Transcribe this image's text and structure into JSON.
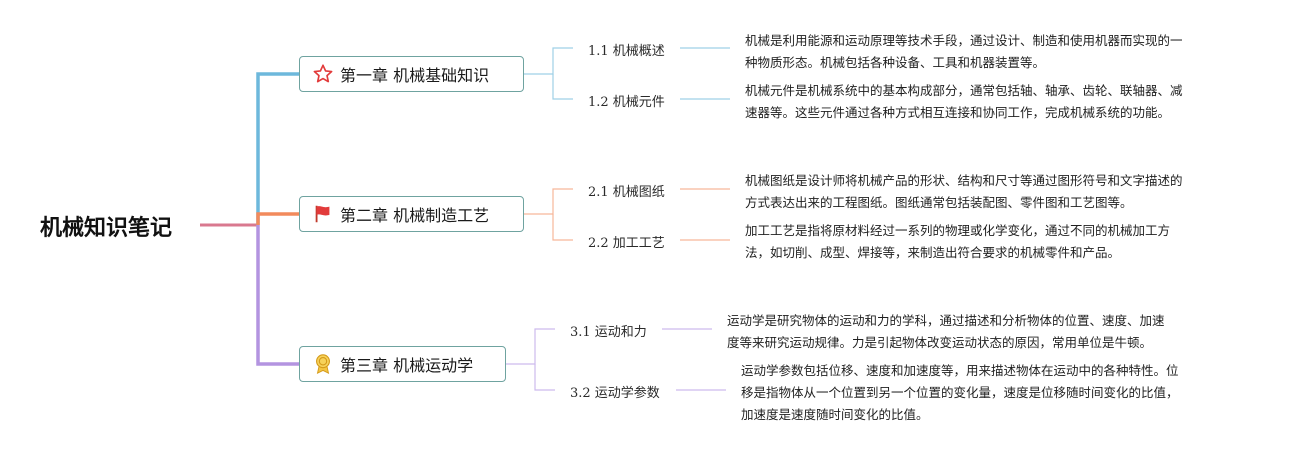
{
  "root": {
    "title": "机械知识笔记"
  },
  "chapters": [
    {
      "title": "第一章 机械基础知识",
      "icon": "star-icon",
      "color": "#6db8dc",
      "sections": [
        {
          "label": "1.1 机械概述",
          "description": [
            "机械是利用能源和运动原理等技术手段，通过设计、制造和使用机器而实现的一",
            "种物质形态。机械包括各种设备、工具和机器装置等。"
          ]
        },
        {
          "label": "1.2 机械元件",
          "description": [
            "机械元件是机械系统中的基本构成部分，通常包括轴、轴承、齿轮、联轴器、减",
            "速器等。这些元件通过各种方式相互连接和协同工作，完成机械系统的功能。"
          ]
        }
      ]
    },
    {
      "title": "第二章 机械制造工艺",
      "icon": "flag-icon",
      "color": "#f28a5c",
      "sections": [
        {
          "label": "2.1 机械图纸",
          "description": [
            "机械图纸是设计师将机械产品的形状、结构和尺寸等通过图形符号和文字描述的",
            "方式表达出来的工程图纸。图纸通常包括装配图、零件图和工艺图等。"
          ]
        },
        {
          "label": "2.2 加工工艺",
          "description": [
            "加工工艺是指将原材料经过一系列的物理或化学变化，通过不同的机械加工方",
            "法，如切削、成型、焊接等，来制造出符合要求的机械零件和产品。"
          ]
        }
      ]
    },
    {
      "title": "第三章 机械运动学",
      "icon": "award-ribbon-icon",
      "color": "#b394e0",
      "sections": [
        {
          "label": "3.1 运动和力",
          "description": [
            "运动学是研究物体的运动和力的学科，通过描述和分析物体的位置、速度、加速",
            "度等来研究运动规律。力是引起物体改变运动状态的原因，常用单位是牛顿。"
          ]
        },
        {
          "label": "3.2 运动学参数",
          "description": [
            "运动学参数包括位移、速度和加速度等，用来描述物体在运动中的各种特性。位",
            "移是指物体从一个位置到另一个位置的变化量，速度是位移随时间变化的比值，",
            "加速度是速度随时间变化的比值。"
          ]
        }
      ]
    }
  ],
  "colors": {
    "chapter_border": "#6fa3a0",
    "root_trunk": "#d9788f"
  }
}
